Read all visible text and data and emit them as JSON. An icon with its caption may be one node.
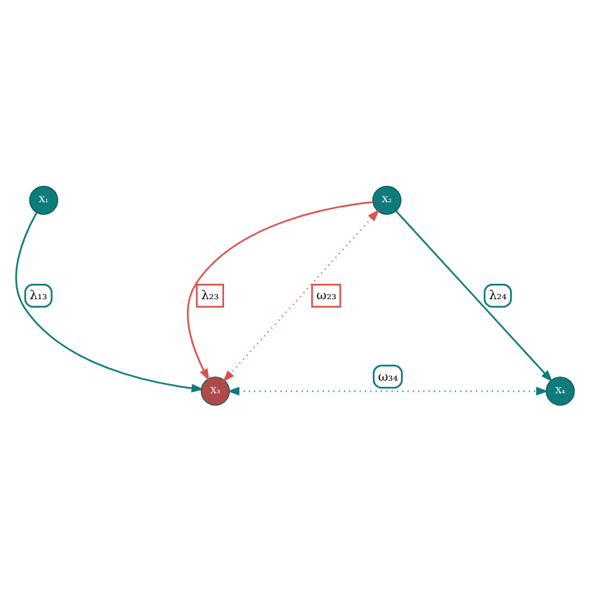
{
  "diagram": {
    "nodes": [
      {
        "text": [
          "X₁"
        ]
      },
      {
        "text": [
          "X₂"
        ]
      },
      {
        "text": [
          "X₃"
        ]
      },
      {
        "text": [
          "X₄"
        ]
      }
    ],
    "edges": [
      {
        "from": 0,
        "to": 2,
        "arrow": "to",
        "label": "λ₁₃"
      },
      {
        "from": 1,
        "to": 2,
        "arrow": "to",
        "label": "λ₂₃",
        "color": "#d9534f"
      },
      {
        "from": 1,
        "to": 3,
        "arrow": "to",
        "label": "λ₂₄"
      },
      {
        "from": 2,
        "to": 1,
        "arrow": "both",
        "label": "ω₂₃",
        "style": "dashed",
        "color": "#d9534f"
      },
      {
        "from": 2,
        "to": 3,
        "arrow": "both",
        "label": "ω₃₄",
        "style": "dashed"
      }
    ]
  }
}
